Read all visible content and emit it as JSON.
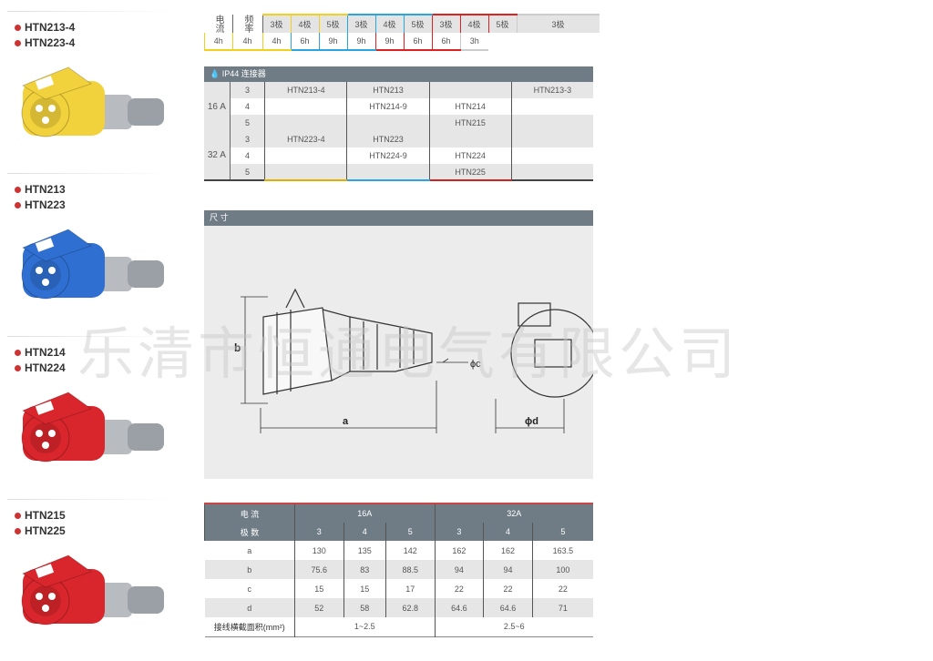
{
  "products": [
    {
      "models": [
        "HTN213-4",
        "HTN223-4"
      ],
      "color": "#f2d23c"
    },
    {
      "models": [
        "HTN213",
        "HTN223"
      ],
      "color": "#2f6fd1"
    },
    {
      "models": [
        "HTN214",
        "HTN224"
      ],
      "color": "#d8262c"
    },
    {
      "models": [
        "HTN215",
        "HTN225"
      ],
      "color": "#d8262c"
    }
  ],
  "freq_table": {
    "label1": "电流",
    "label2": "频率",
    "poles": [
      "3极",
      "4极",
      "5极",
      "3极",
      "4极",
      "5极",
      "3极",
      "4极",
      "5极",
      "3极"
    ],
    "hours": [
      "4h",
      "4h",
      "4h",
      "6h",
      "9h",
      "9h",
      "9h",
      "6h",
      "6h",
      "3h"
    ]
  },
  "ip_table": {
    "title": "IP44  连接器",
    "groups": [
      {
        "current": "16 A",
        "rows": [
          [
            "3",
            "HTN213-4",
            "HTN213",
            "",
            "HTN213-3"
          ],
          [
            "4",
            "",
            "HTN214-9",
            "HTN214",
            ""
          ],
          [
            "5",
            "",
            "",
            "HTN215",
            ""
          ]
        ]
      },
      {
        "current": "32 A",
        "rows": [
          [
            "3",
            "HTN223-4",
            "HTN223",
            "",
            ""
          ],
          [
            "4",
            "",
            "HTN224-9",
            "HTN224",
            ""
          ],
          [
            "5",
            "",
            "",
            "HTN225",
            ""
          ]
        ]
      }
    ]
  },
  "dimensions": {
    "title": "尺 寸",
    "labels": {
      "a": "a",
      "b": "b",
      "c": "ϕc",
      "d": "ϕd"
    }
  },
  "spec_table": {
    "current_label": "电 流",
    "poles_label": "极 数",
    "c16": "16A",
    "c32": "32A",
    "poles": [
      "3",
      "4",
      "5",
      "3",
      "4",
      "5"
    ],
    "rows": [
      {
        "name": "a",
        "vals": [
          "130",
          "135",
          "142",
          "162",
          "162",
          "163.5"
        ]
      },
      {
        "name": "b",
        "vals": [
          "75.6",
          "83",
          "88.5",
          "94",
          "94",
          "100"
        ]
      },
      {
        "name": "c",
        "vals": [
          "15",
          "15",
          "17",
          "22",
          "22",
          "22"
        ]
      },
      {
        "name": "d",
        "vals": [
          "52",
          "58",
          "62.8",
          "64.6",
          "64.6",
          "71"
        ]
      }
    ],
    "wire_label": "接线横截面积(mm²)",
    "wire16": "1~2.5",
    "wire32": "2.5~6"
  },
  "watermark": "乐清市恒通电气有限公司"
}
